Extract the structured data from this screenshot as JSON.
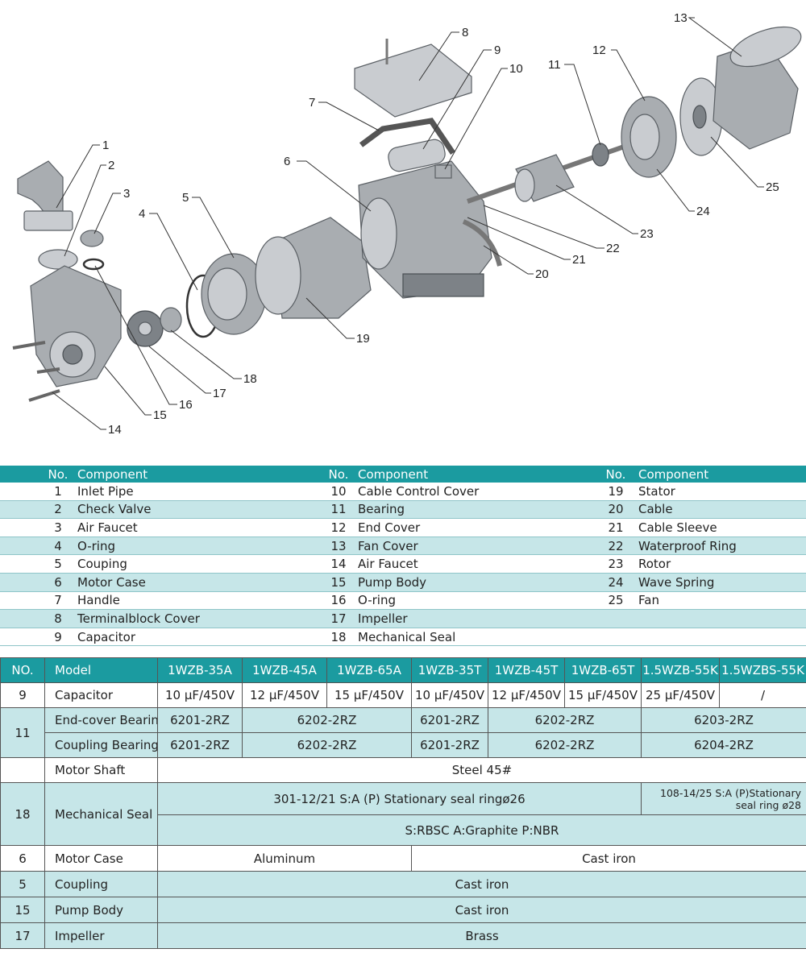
{
  "callouts": [
    "1",
    "2",
    "3",
    "4",
    "5",
    "6",
    "7",
    "8",
    "9",
    "10",
    "11",
    "12",
    "13",
    "14",
    "15",
    "16",
    "17",
    "18",
    "19",
    "20",
    "21",
    "22",
    "23",
    "24",
    "25"
  ],
  "components_table": {
    "headers": {
      "no": "No.",
      "component": "Component"
    },
    "rows": [
      [
        {
          "no": "1",
          "name": "Inlet Pipe"
        },
        {
          "no": "10",
          "name": "Cable Control Cover"
        },
        {
          "no": "19",
          "name": "Stator"
        }
      ],
      [
        {
          "no": "2",
          "name": "Check Valve"
        },
        {
          "no": "11",
          "name": "Bearing"
        },
        {
          "no": "20",
          "name": "Cable"
        }
      ],
      [
        {
          "no": "3",
          "name": "Air Faucet"
        },
        {
          "no": "12",
          "name": "End Cover"
        },
        {
          "no": "21",
          "name": "Cable Sleeve"
        }
      ],
      [
        {
          "no": "4",
          "name": "O-ring"
        },
        {
          "no": "13",
          "name": "Fan Cover"
        },
        {
          "no": "22",
          "name": "Waterproof Ring"
        }
      ],
      [
        {
          "no": "5",
          "name": "Couping"
        },
        {
          "no": "14",
          "name": "Air Faucet"
        },
        {
          "no": "23",
          "name": "Rotor"
        }
      ],
      [
        {
          "no": "6",
          "name": "Motor Case"
        },
        {
          "no": "15",
          "name": "Pump Body"
        },
        {
          "no": "24",
          "name": "Wave Spring"
        }
      ],
      [
        {
          "no": "7",
          "name": "Handle"
        },
        {
          "no": "16",
          "name": "O-ring"
        },
        {
          "no": "25",
          "name": "Fan"
        }
      ],
      [
        {
          "no": "8",
          "name": "Terminalblock Cover"
        },
        {
          "no": "17",
          "name": "Impeller"
        },
        {
          "no": "",
          "name": ""
        }
      ],
      [
        {
          "no": "9",
          "name": "Capacitor"
        },
        {
          "no": "18",
          "name": "Mechanical Seal"
        },
        {
          "no": "",
          "name": ""
        }
      ]
    ]
  },
  "spec_table": {
    "header_no": "NO.",
    "header_model": "Model",
    "models": [
      "1WZB-35A",
      "1WZB-45A",
      "1WZB-65A",
      "1WZB-35T",
      "1WZB-45T",
      "1WZB-65T",
      "1.5WZB-55K",
      "1.5WZBS-55K"
    ],
    "capacitor": {
      "no": "9",
      "label": "Capacitor",
      "values": [
        "10 μF/450V",
        "12 μF/450V",
        "15 μF/450V",
        "10 μF/450V",
        "12 μF/450V",
        "15 μF/450V",
        "25 μF/450V",
        "/"
      ]
    },
    "bearing_no": "11",
    "end_cover_bearing": {
      "label": "End-cover Bearing",
      "a": "6201-2RZ",
      "b": "6202-2RZ",
      "c": "6201-2RZ",
      "d": "6202-2RZ",
      "e": "6203-2RZ"
    },
    "coupling_bearing": {
      "label": "Coupling Bearing",
      "a": "6201-2RZ",
      "b": "6202-2RZ",
      "c": "6201-2RZ",
      "d": "6202-2RZ",
      "e": "6204-2RZ"
    },
    "motor_shaft": {
      "label": "Motor Shaft",
      "value": "Steel 45#"
    },
    "mechanical_seal": {
      "no": "18",
      "label": "Mechanical Seal",
      "seal_a": "301-12/21 S:A (P) Stationary seal ringø26",
      "seal_b": "108-14/25 S:A (P)Stationary seal ring ø28",
      "material": "S:RBSC A:Graphite  P:NBR"
    },
    "motor_case": {
      "no": "6",
      "label": "Motor Case",
      "a": "Aluminum",
      "b": "Cast iron"
    },
    "coupling": {
      "no": "5",
      "label": "Coupling",
      "value": "Cast iron"
    },
    "pump_body": {
      "no": "15",
      "label": "Pump Body",
      "value": "Cast iron"
    },
    "impeller": {
      "no": "17",
      "label": "Impeller",
      "value": "Brass"
    }
  }
}
